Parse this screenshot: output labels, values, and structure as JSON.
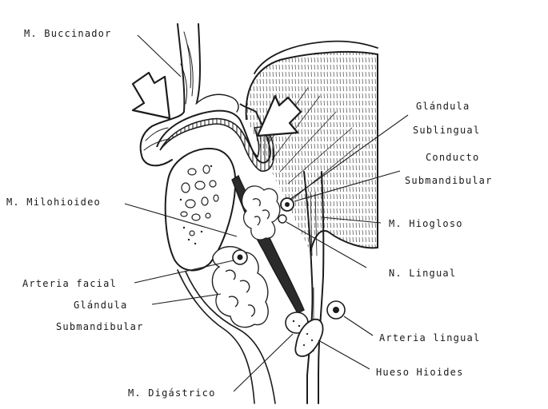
{
  "diagram": {
    "labels": {
      "buccinador": "M. Buccinador",
      "glandula_sublingual_1": "Glándula",
      "glandula_sublingual_2": "Sublingual",
      "conducto_1": "Conducto",
      "conducto_2": "Submandibular",
      "milohioideo": "M. Milohioideo",
      "hiogloso": "M. Hiogloso",
      "lingual_nerve": "N. Lingual",
      "arteria_facial": "Arteria facial",
      "glandula_sub_1": "Glándula",
      "glandula_sub_2": "Submandibular",
      "arteria_lingual": "Arteria lingual",
      "hueso_hioides": "Hueso Hioides",
      "digastrico": "M. Digástrico"
    }
  }
}
